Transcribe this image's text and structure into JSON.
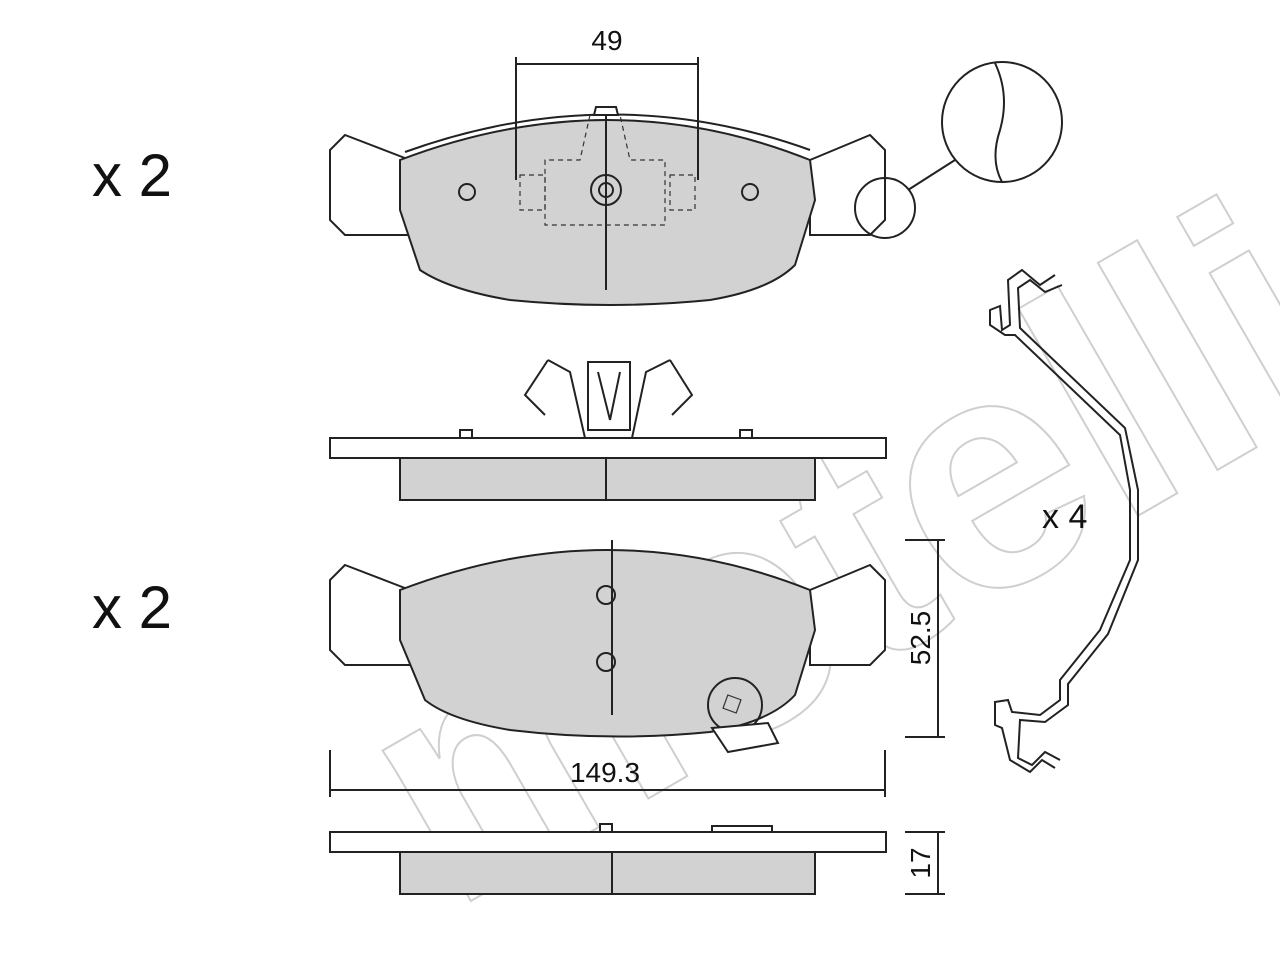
{
  "watermark": "metelli",
  "quantities": {
    "top_pad": "x 2",
    "bottom_pad": "x 2",
    "clip": "x 4"
  },
  "dimensions": {
    "width_top": "49",
    "height": "52.5",
    "length": "149.3",
    "thickness": "17"
  }
}
